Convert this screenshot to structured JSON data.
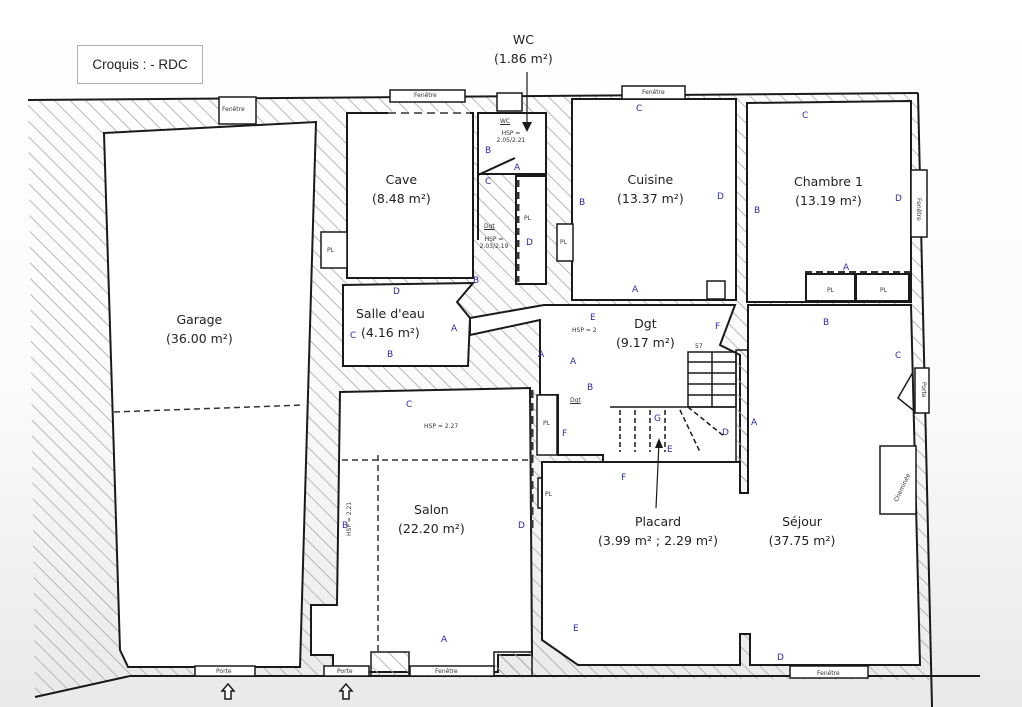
{
  "header": {
    "title": "Croquis : - RDC"
  },
  "rooms": [
    {
      "id": "wc",
      "name": "WC",
      "area": "(1.86 m²)"
    },
    {
      "id": "cave",
      "name": "Cave",
      "area": "(8.48 m²)"
    },
    {
      "id": "cuisine",
      "name": "Cuisine",
      "area": "(13.37 m²)"
    },
    {
      "id": "chambre1",
      "name": "Chambre 1",
      "area": "(13.19 m²)"
    },
    {
      "id": "garage",
      "name": "Garage",
      "area": "(36.00 m²)"
    },
    {
      "id": "salle_deau",
      "name": "Salle d'eau",
      "area": "(4.16 m²)"
    },
    {
      "id": "dgt",
      "name": "Dgt",
      "area": "(9.17 m²)"
    },
    {
      "id": "salon",
      "name": "Salon",
      "area": "(22.20 m²)"
    },
    {
      "id": "placard",
      "name": "Placard",
      "area": "(3.99 m² ; 2.29 m²)"
    },
    {
      "id": "sejour",
      "name": "Séjour",
      "area": "(37.75 m²)"
    }
  ],
  "annotations": {
    "hsp_wc": "HSP = 2.05/2.21",
    "hsp_dgt_small": "HSP = 2.03/2.19",
    "hsp_dgt": "HSP = 2",
    "hsp_salon": "HSP = 2.27",
    "hsp_salon_side": "HSP = 2.21",
    "wc_small": "WC",
    "dgt_small": "Dgt",
    "dgt_small2": "Dgt",
    "pl": "PL",
    "fenetre": "Fenêtre",
    "porte": "Porte",
    "cheminee": "Cheminée",
    "step_number": "57"
  },
  "wall_letters": {
    "wc_B": "B",
    "wc_C": "C",
    "wc_A": "A",
    "cave_D": "D",
    "cave_B": "B",
    "sde_A": "A",
    "sde_C": "C",
    "sde_B": "B",
    "cuisine_C": "C",
    "cuisine_B": "B",
    "cuisine_D": "D",
    "cuisine_A": "A",
    "ch1_C": "C",
    "ch1_B": "B",
    "ch1_D": "D",
    "ch1_A": "A",
    "dgt_E": "E",
    "dgt_A": "A",
    "dgt_A2": "A",
    "dgt_B": "B",
    "dgt_F": "F",
    "dgt_G": "G",
    "dgt_E2": "E",
    "dgt_D": "D",
    "pl_D": "D",
    "pl_F": "F",
    "salon_C": "C",
    "salon_B": "B",
    "salon_D": "D",
    "salon_A": "A",
    "sej_B": "B",
    "sej_C": "C",
    "sej_A": "A",
    "sej_F": "F",
    "sej_E": "E",
    "sej_D": "D"
  },
  "colors": {
    "wall": "#1a1a1a",
    "hatch": "#9a9a9a",
    "letter": "#2a2aa6",
    "text": "#222222"
  }
}
